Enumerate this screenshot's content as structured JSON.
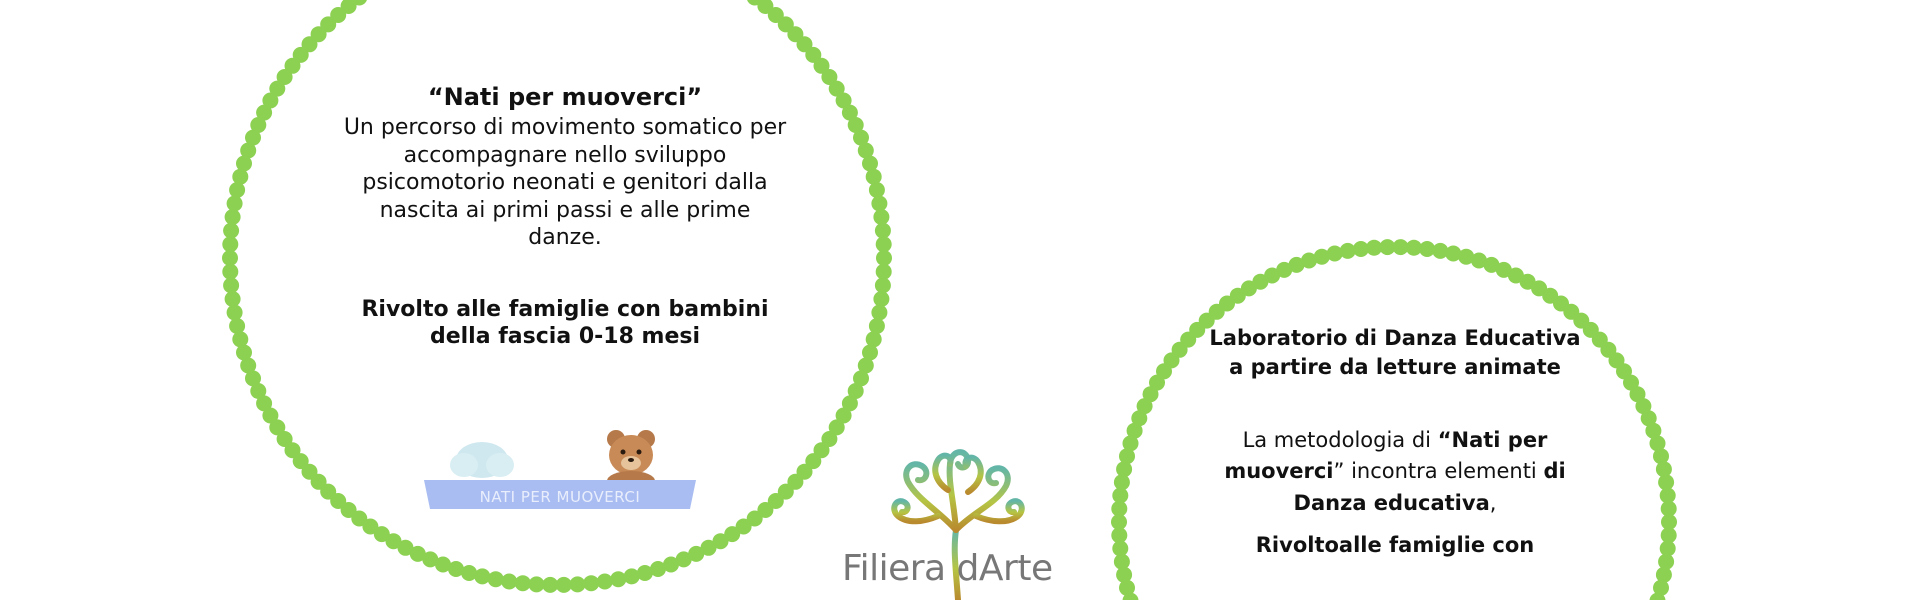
{
  "card_left": {
    "title": "“Nati per muoverci”",
    "description": "Un percorso di movimento somatico per accompagnare nello sviluppo psicomotorio neonati e genitori dalla nascita ai primi passi e alle prime danze.",
    "target": "Rivolto alle famiglie con bambini della fascia 0-18 mesi",
    "badge_text": "NATI PER MUOVERCI"
  },
  "card_right": {
    "title": "Laboratorio di Danza Educativa a partire da letture animate",
    "methodology_prefix": "La metodologia di ",
    "methodology_bold": "“Nati per muoverci",
    "methodology_mid": "” incontra elementi ",
    "methodology_bold2": "di Danza educativa",
    "methodology_suffix": ",",
    "target": "Rivoltoalle famiglie con"
  },
  "logo": {
    "text": "Filiera dArte"
  },
  "colors": {
    "dots": "#8cd152",
    "badge": "#a9bdf2",
    "text": "#111111"
  }
}
